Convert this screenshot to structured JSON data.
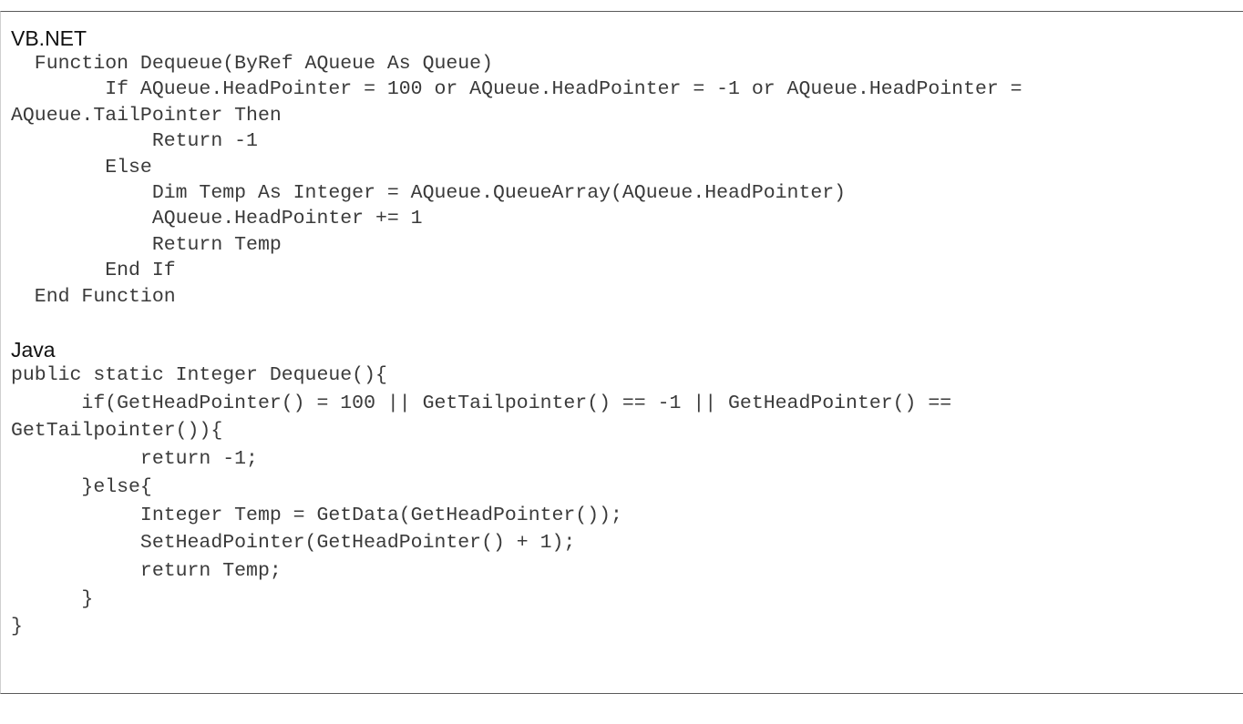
{
  "vbnet": {
    "heading": "VB.NET",
    "lines": [
      "  Function Dequeue(ByRef AQueue As Queue)",
      "        If AQueue.HeadPointer = 100 or AQueue.HeadPointer = -1 or AQueue.HeadPointer =",
      "AQueue.TailPointer Then",
      "            Return -1",
      "        Else",
      "            Dim Temp As Integer = AQueue.QueueArray(AQueue.HeadPointer)",
      "            AQueue.HeadPointer += 1",
      "            Return Temp",
      "        End If",
      "  End Function"
    ]
  },
  "java": {
    "heading": "Java",
    "lines": [
      "public static Integer Dequeue(){",
      "      if(GetHeadPointer() = 100 || GetTailpointer() == -1 || GetHeadPointer() ==",
      "GetTailpointer()){",
      "           return -1;",
      "      }else{",
      "           Integer Temp = GetData(GetHeadPointer());",
      "           SetHeadPointer(GetHeadPointer() + 1);",
      "           return Temp;",
      "      }",
      "}"
    ]
  }
}
